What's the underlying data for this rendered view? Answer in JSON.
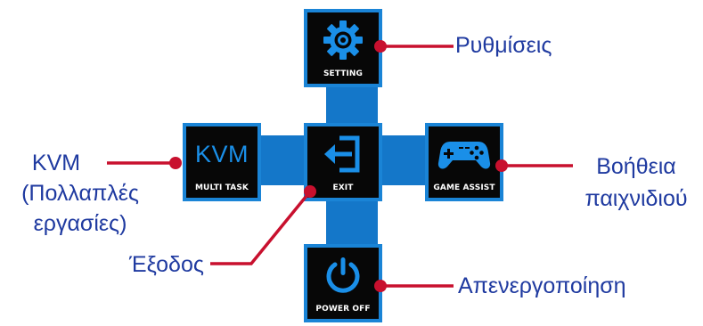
{
  "menu": {
    "top": {
      "tile_label": "SETTING",
      "icon": "gear-icon"
    },
    "left": {
      "tile_label": "MULTI TASK",
      "icon_text": "KVM"
    },
    "center": {
      "tile_label": "EXIT",
      "icon": "exit-icon"
    },
    "right": {
      "tile_label": "GAME ASSIST",
      "icon": "gamepad-icon"
    },
    "bottom": {
      "tile_label": "POWER OFF",
      "icon": "power-icon"
    }
  },
  "callouts": {
    "settings": "Ρυθμίσεις",
    "kvm_line1": "KVM",
    "kvm_line2": "(Πολλαπλές",
    "kvm_line3": "εργασίες)",
    "game_line1": "Βοήθεια",
    "game_line2": "παιχνιδιού",
    "exit": "Έξοδος",
    "power_off": "Απενεργοποίηση"
  },
  "colors": {
    "tile_background": "#070707",
    "tile_border": "#1a84d6",
    "cross_bar": "#1477c9",
    "icon": "#1a8fe8",
    "leader_line": "#c8102e",
    "callout_text": "#1f3aa0"
  }
}
